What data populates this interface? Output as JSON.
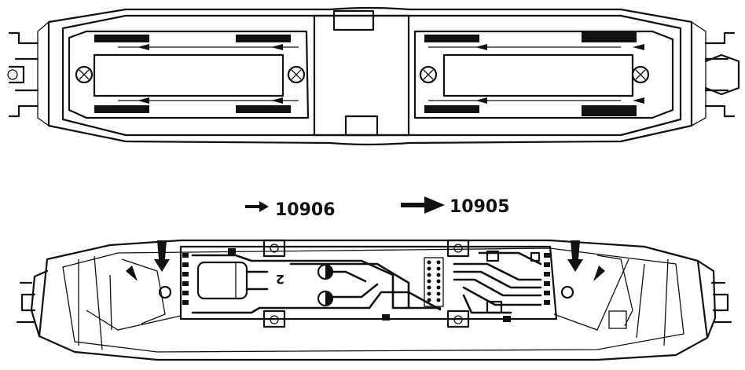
{
  "legend": {
    "items": [
      {
        "label": "10906",
        "arrow": "small-arrow"
      },
      {
        "label": "10905",
        "arrow": "large-arrow"
      }
    ]
  },
  "board": {
    "marking": "2"
  },
  "colors": {
    "ink": "#111111",
    "paper": "#ffffff"
  }
}
